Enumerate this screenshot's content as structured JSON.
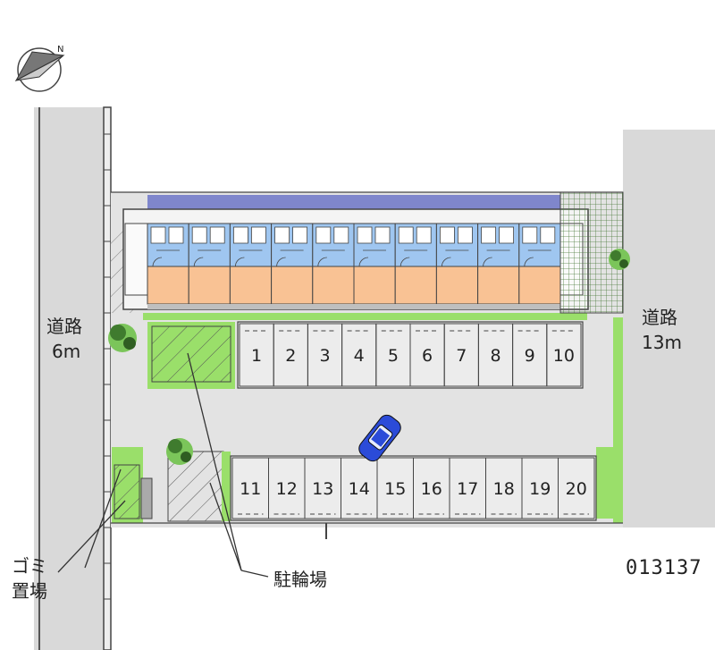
{
  "roads": {
    "west": {
      "name": "道路",
      "width": "6m"
    },
    "east": {
      "name": "道路",
      "width": "13m"
    }
  },
  "labels": {
    "garbage_line1": "ゴミ",
    "garbage_line2": "置場",
    "bicycle_parking": "駐輪場"
  },
  "parking": {
    "row_top": [
      "1",
      "2",
      "3",
      "4",
      "5",
      "6",
      "7",
      "8",
      "9",
      "10"
    ],
    "row_bottom": [
      "11",
      "12",
      "13",
      "14",
      "15",
      "16",
      "17",
      "18",
      "19",
      "20"
    ]
  },
  "building": {
    "units_per_floor": 10
  },
  "property_code": "013137",
  "compass": {
    "mark": "N",
    "icon": "compass-arrow-icon"
  },
  "colors": {
    "road": "#d9d9d9",
    "lot": "#e3e3e3",
    "green": "#9adf6a",
    "unit_blue": "#9fc6f0",
    "unit_orange": "#f9c294",
    "roof": "#7f86cc",
    "car": "#2b4bd8"
  }
}
